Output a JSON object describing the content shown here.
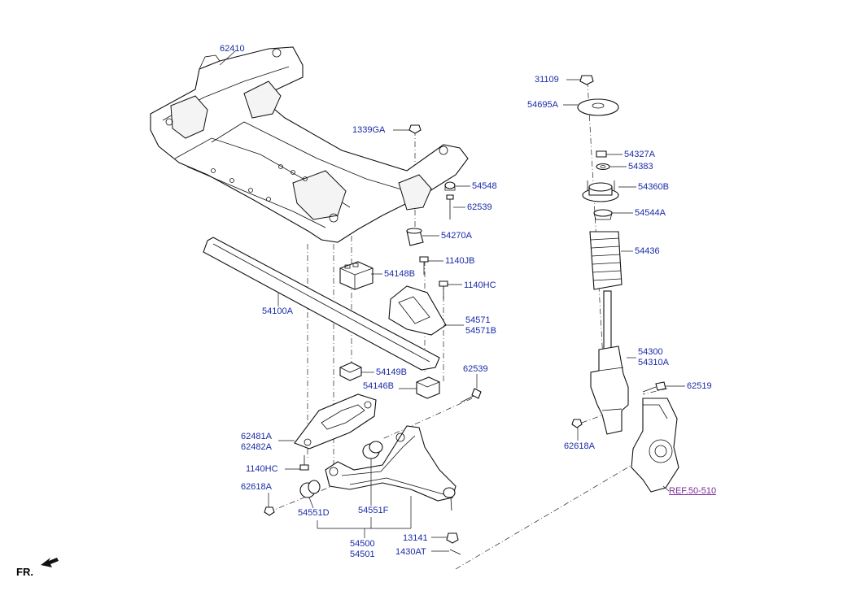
{
  "diagram": {
    "labels": {
      "p62410": "62410",
      "p31109": "31109",
      "p54695A": "54695A",
      "p1339GA": "1339GA",
      "p54327A": "54327A",
      "p54383": "54383",
      "p54548": "54548",
      "p54360B": "54360B",
      "p62539a": "62539",
      "p54544A": "54544A",
      "p54270A": "54270A",
      "p54436": "54436",
      "p1140JB": "1140JB",
      "p54148B": "54148B",
      "p1140HC_a": "1140HC",
      "p54100A": "54100A",
      "p54571": "54571",
      "p54571B": "54571B",
      "p54300": "54300",
      "p54310A": "54310A",
      "p62539b": "62539",
      "p54149B": "54149B",
      "p54146B": "54146B",
      "p62519": "62519",
      "p62481A": "62481A",
      "p62482A": "62482A",
      "p62618A_a": "62618A",
      "p1140HC_b": "1140HC",
      "p62618A_b": "62618A",
      "p54551D": "54551D",
      "p54551F": "54551F",
      "p54500": "54500",
      "p54501": "54501",
      "p13141": "13141",
      "p1430AT": "1430AT",
      "ref": "REF.50-510",
      "fr": "FR."
    }
  }
}
